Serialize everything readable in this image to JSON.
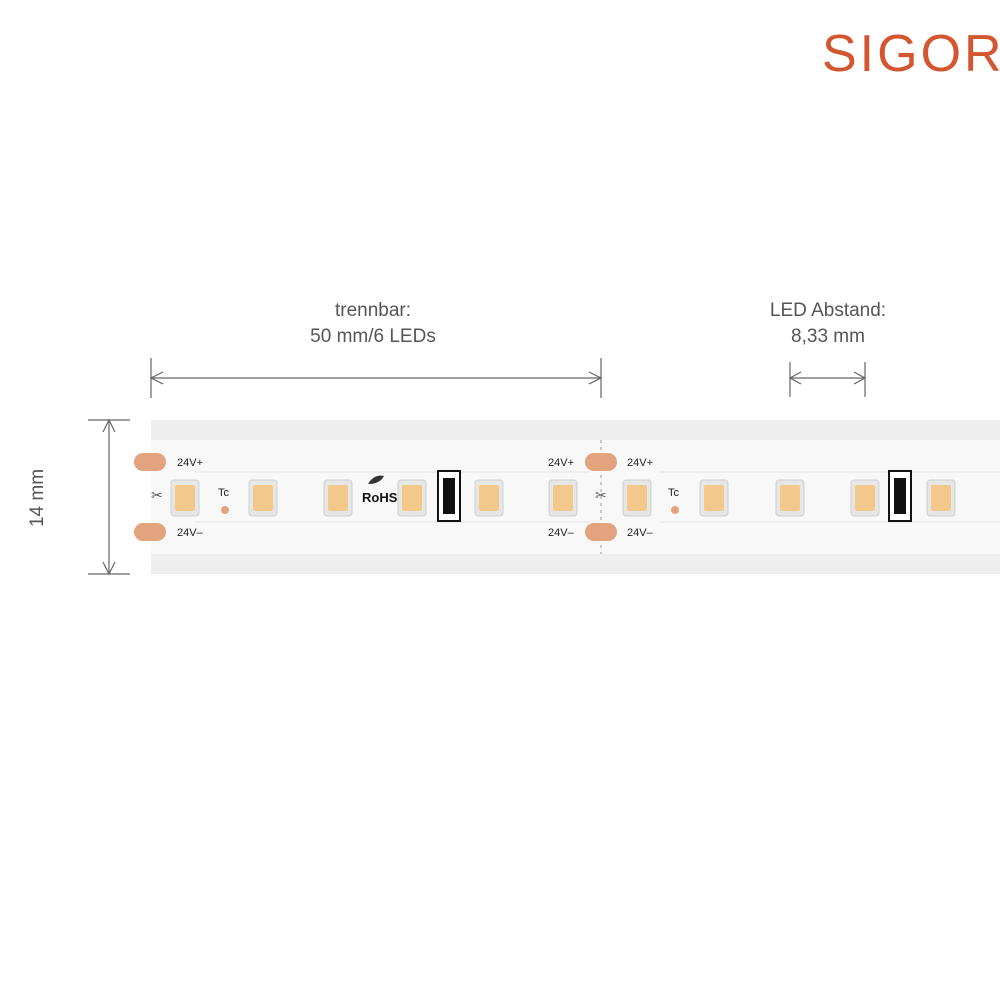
{
  "brand": {
    "name": "SIGOR",
    "color": "#d35630"
  },
  "dimensions": {
    "cut_label_line1": "trennbar:",
    "cut_label_line2": "50 mm/6 LEDs",
    "pitch_label_line1": "LED Abstand:",
    "pitch_label_line2": "8,33 mm",
    "width_label": "14 mm"
  },
  "strip": {
    "pad_plus": "24V+",
    "pad_minus": "24V–",
    "tc_label": "Tc",
    "rohs_label": "RoHS",
    "led_color": "#f2c98a",
    "pad_color": "#e3a37e"
  }
}
